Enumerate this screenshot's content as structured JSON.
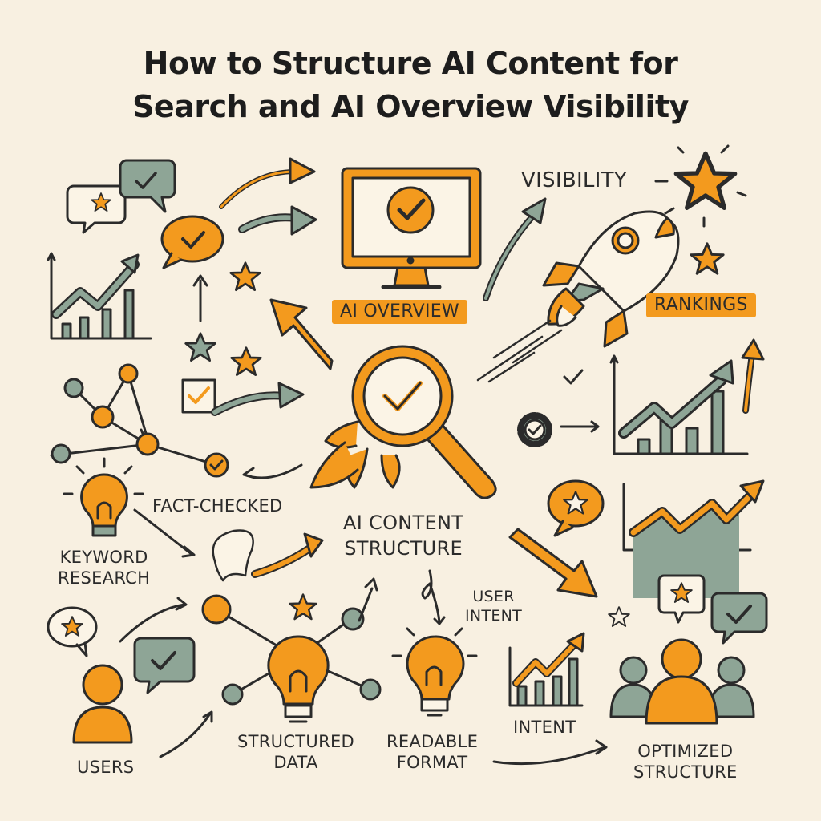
{
  "title": {
    "line1": "How to Structure AI Content for",
    "line2": "Search and AI Overview Visibility"
  },
  "labels": {
    "visibility": "VISIBILITY",
    "ai_overview": "AI OVERVIEW",
    "rankings": "RANKINGS",
    "fact_checked": "FACT-CHECKED",
    "ai_content_structure_1": "AI CONTENT",
    "ai_content_structure_2": "STRUCTURE",
    "keyword_research_1": "KEYWORD",
    "keyword_research_2": "RESEARCH",
    "user_intent_1": "USER",
    "user_intent_2": "INTENT",
    "users": "USERS",
    "structured_data_1": "STRUCTURED",
    "structured_data_2": "DATA",
    "readable_format_1": "READABLE",
    "readable_format_2": "FORMAT",
    "intent": "INTENT",
    "optimized_structure_1": "OPTIMIZED",
    "optimized_structure_2": "STRUCTURE"
  },
  "colors": {
    "background": "#f8f0e1",
    "orange": "#f39a1e",
    "sage": "#8ea596",
    "ink": "#2b2b2b"
  },
  "icons": [
    "star-icon",
    "check-icon",
    "speech-bubble-icon",
    "bar-chart-icon",
    "network-icon",
    "lightbulb-icon",
    "monitor-icon",
    "rocket-icon",
    "magnifier-icon",
    "gear-icon",
    "user-icon",
    "user-group-icon",
    "arrow-icon"
  ]
}
